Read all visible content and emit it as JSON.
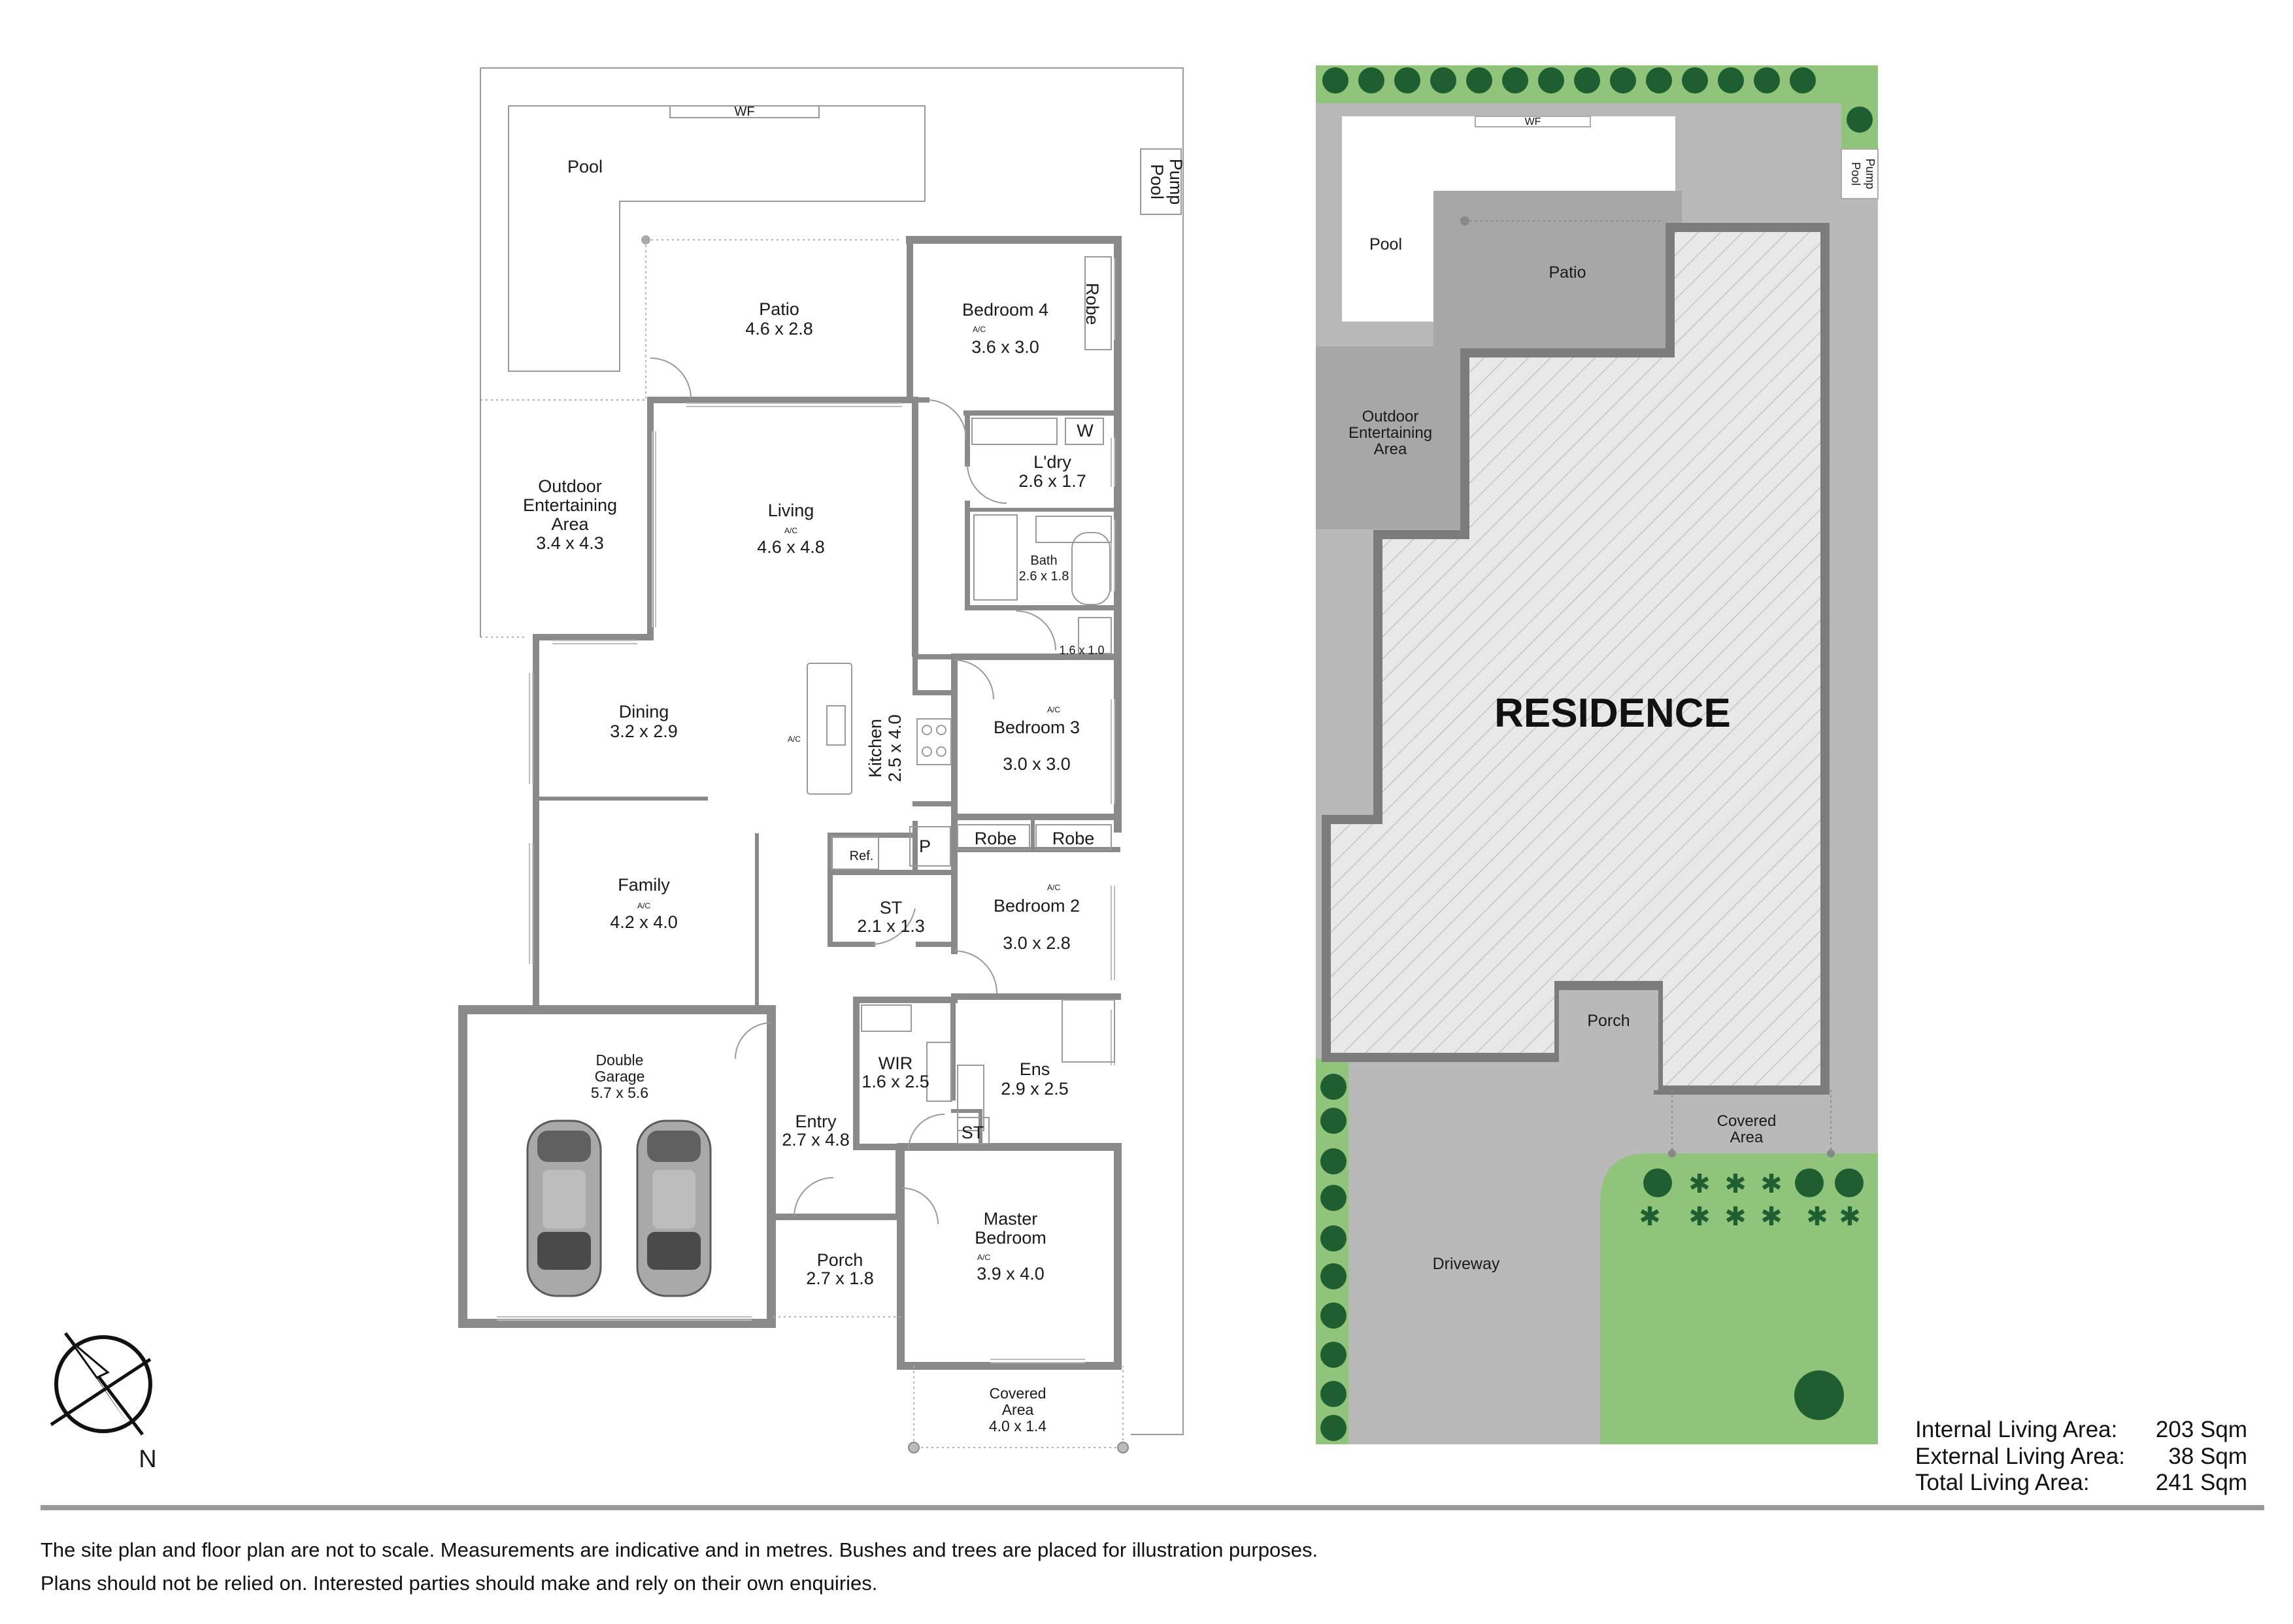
{
  "colors": {
    "wall": "#8a8a8a",
    "site_grey": "#b9b9b9",
    "site_dark": "#a7a7a7",
    "residence": "#e8e8e8",
    "lawn": "#8fc47a",
    "hedge": "#1f5e31",
    "divider": "#9a9a9a"
  },
  "floor_plan": {
    "wf": "WF",
    "pool": "Pool",
    "pool_pump": [
      "Pool",
      "Pump"
    ],
    "patio": {
      "name": "Patio",
      "size": "4.6 x 2.8"
    },
    "bedroom4": {
      "name": "Bedroom 4",
      "size": "3.6 x 3.0"
    },
    "robe_b4": "Robe",
    "laundry": {
      "name": "L'dry",
      "size": "2.6 x 1.7"
    },
    "w": "W",
    "outdoor": {
      "line1": "Outdoor",
      "line2": "Entertaining",
      "line3": "Area",
      "size": "3.4 x 4.3"
    },
    "living": {
      "name": "Living",
      "size": "4.6 x 4.8"
    },
    "bath": {
      "name": "Bath",
      "size": "2.6 x 1.8"
    },
    "wc_size": "1.6 x 1.0",
    "dining": {
      "name": "Dining",
      "size": "3.2 x 2.9"
    },
    "kitchen": {
      "name": "Kitchen",
      "size": "2.5 x 4.0"
    },
    "bedroom3": {
      "name": "Bedroom 3",
      "size": "3.0 x 3.0"
    },
    "robe_b3a": "Robe",
    "robe_b3b": "Robe",
    "ref": "Ref.",
    "pantry": "P",
    "family": {
      "name": "Family",
      "size": "4.2 x 4.0"
    },
    "store": {
      "name": "ST",
      "size": "2.1 x 1.3"
    },
    "bedroom2": {
      "name": "Bedroom 2",
      "size": "3.0 x 2.8"
    },
    "garage": {
      "line1": "Double",
      "line2": "Garage",
      "size": "5.7 x 5.6"
    },
    "wir": {
      "name": "WIR",
      "size": "1.6 x 2.5"
    },
    "ens": {
      "name": "Ens",
      "size": "2.9 x 2.5"
    },
    "entry": {
      "name": "Entry",
      "size": "2.7 x 4.8"
    },
    "st_small": "ST",
    "porch": {
      "name": "Porch",
      "size": "2.7 x 1.8"
    },
    "master": {
      "line1": "Master",
      "line2": "Bedroom",
      "size": "3.9 x 4.0"
    },
    "covered": {
      "line1": "Covered",
      "line2": "Area",
      "size": "4.0 x 1.4"
    },
    "ac": "A/C",
    "north": "N"
  },
  "site_plan": {
    "wf": "WF",
    "pool": "Pool",
    "pool_pump": [
      "Pool",
      "Pump"
    ],
    "patio": "Patio",
    "outdoor": [
      "Outdoor",
      "Entertaining",
      "Area"
    ],
    "residence": "RESIDENCE",
    "porch": "Porch",
    "covered": [
      "Covered",
      "Area"
    ],
    "driveway": "Driveway"
  },
  "areas": [
    {
      "label": "Internal Living Area:",
      "value": "203 Sqm"
    },
    {
      "label": "External Living Area:",
      "value": "38 Sqm"
    },
    {
      "label": "Total Living Area:",
      "value": "241 Sqm"
    }
  ],
  "disclaimer": {
    "line1": "The site plan and floor plan are not to scale. Measurements are indicative and in metres. Bushes and trees are placed for illustration purposes.",
    "line2": "Plans should not be relied on. Interested parties should make and rely on their own enquiries."
  }
}
